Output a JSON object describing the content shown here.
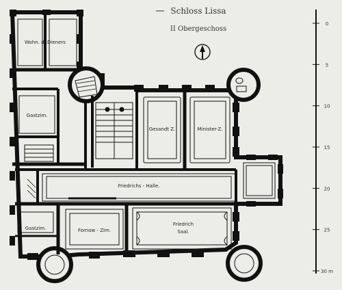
{
  "title": "Schloss Lissa",
  "subtitle": "II Obergeschoss",
  "rooms": {
    "wohn": "Wohn. d. Dieners",
    "gastzim_upper": "Gastzim.",
    "gesandt": "Gesandt Z.",
    "minister": "Minister-Z.",
    "friedrichs_halle": "Friedrichs - Halle.",
    "gastzim_lower": "Gastzim.",
    "fornow": "Fornow - Zim.",
    "friedrich_saal_1": "Friedrich",
    "friedrich_saal_2": "Saal."
  },
  "scale": {
    "ticks": [
      "0",
      "5",
      "10",
      "15",
      "20",
      "25",
      "30 m"
    ]
  }
}
